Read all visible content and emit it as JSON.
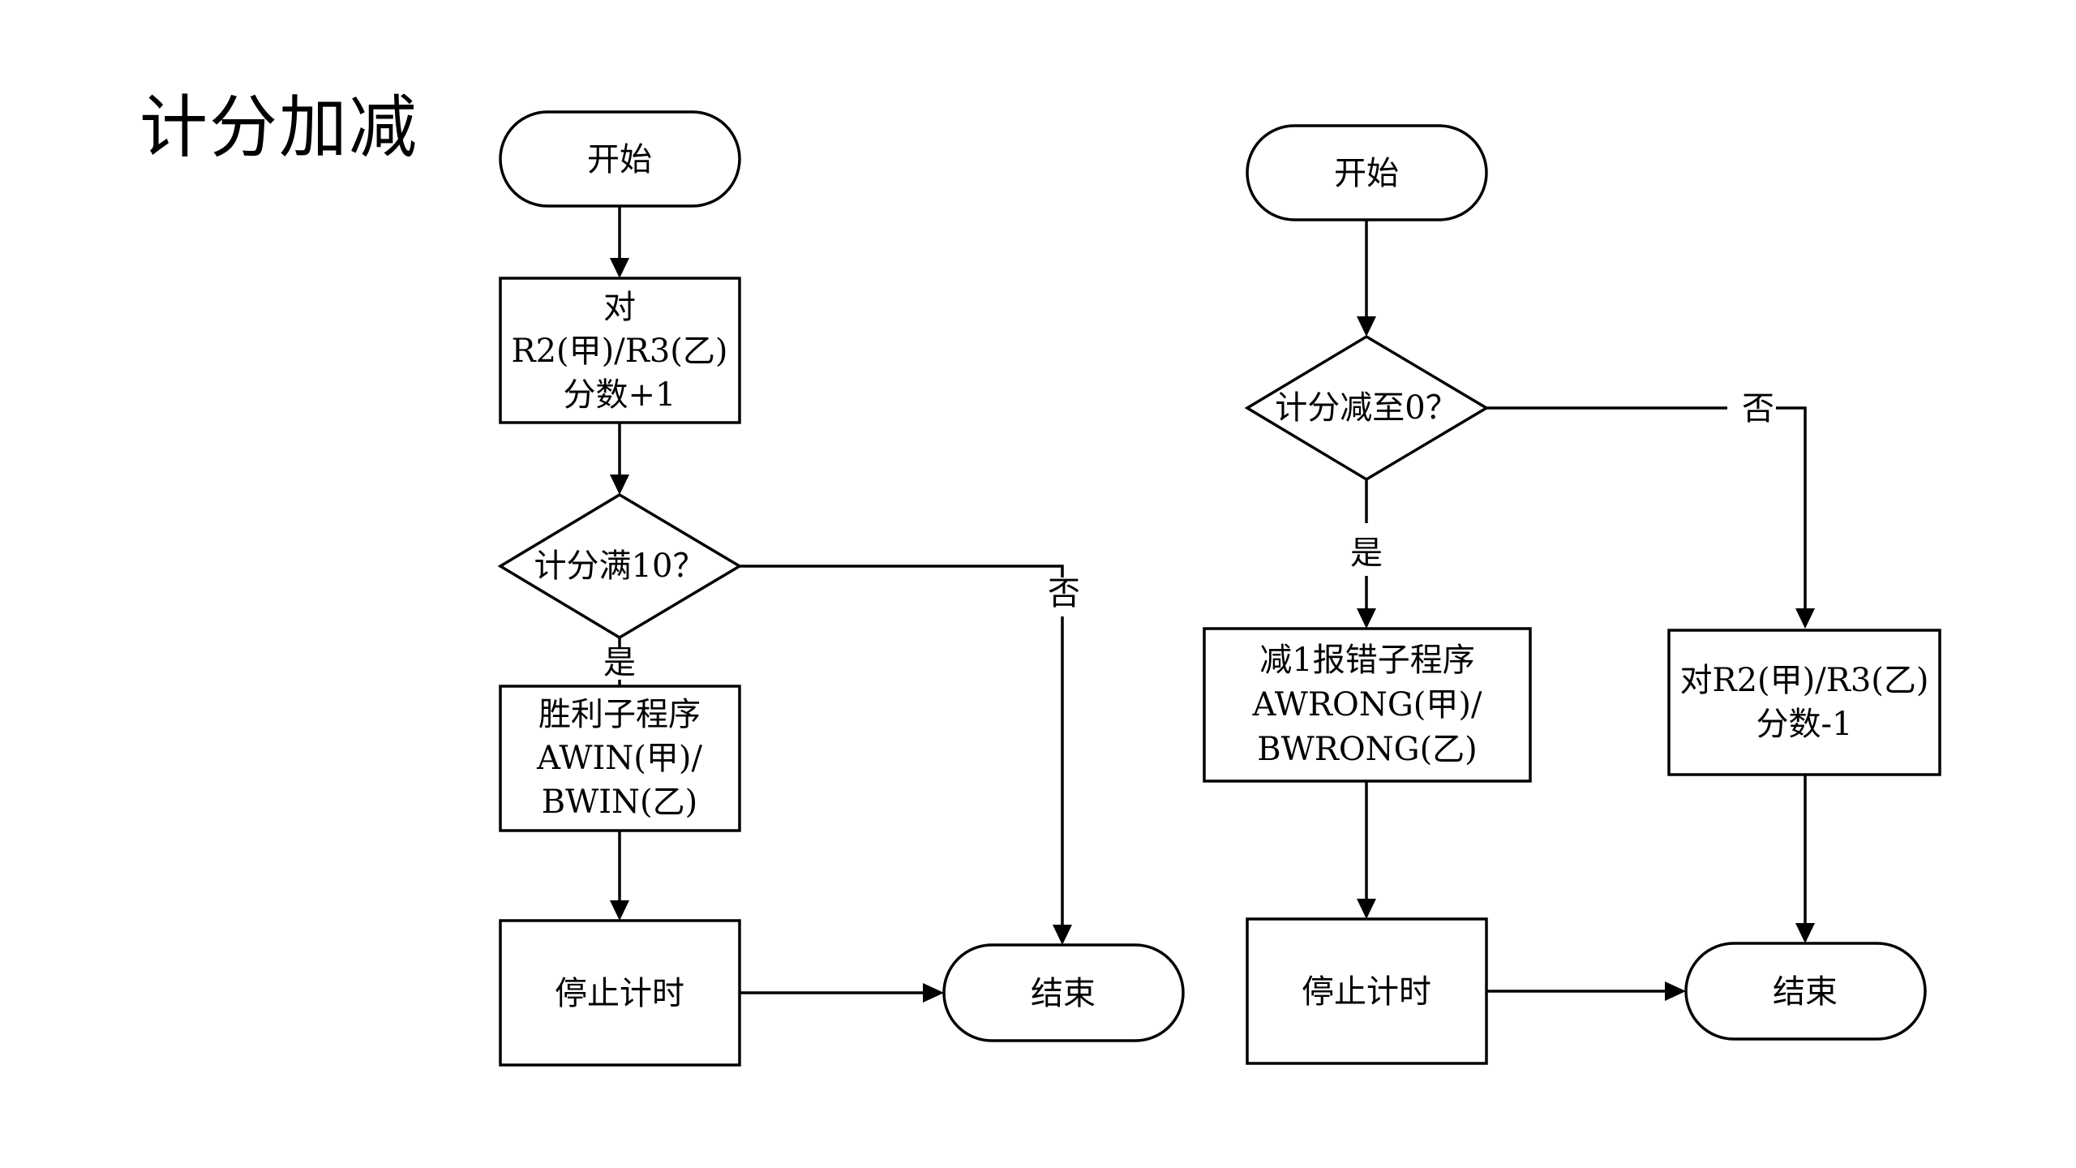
{
  "title": "计分加减",
  "left_flow": {
    "start": "开始",
    "add_box": [
      "对",
      "R2(甲)/R3(乙)",
      "分数+1"
    ],
    "decision": "计分满10？",
    "yes_label": "是",
    "no_label": "否",
    "win_box": [
      "胜利子程序",
      "AWIN(甲)/",
      "BWIN(乙)"
    ],
    "stop": "停止计时",
    "end": "结束"
  },
  "right_flow": {
    "start": "开始",
    "decision": "计分减至0？",
    "yes_label": "是",
    "no_label": "否",
    "wrong_box": [
      "减1报错子程序",
      "AWRONG(甲)/",
      "BWRONG(乙)"
    ],
    "sub_box": [
      "对R2(甲)/R3(乙)",
      "分数-1"
    ],
    "stop": "停止计时",
    "end": "结束"
  }
}
